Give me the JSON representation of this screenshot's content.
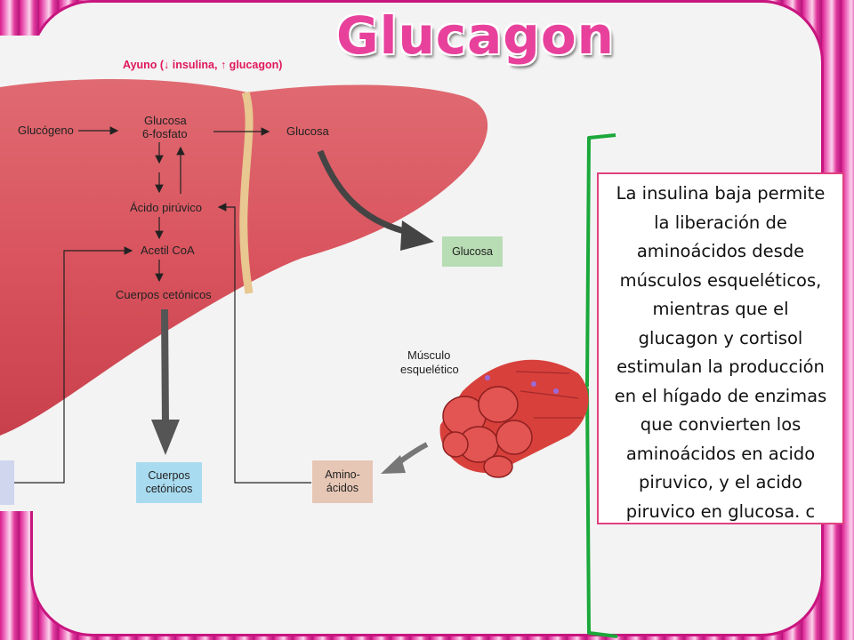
{
  "title": "Glucagon",
  "diagram": {
    "header": "Ayuno (↓ insulina, ↑ glucagon)",
    "nodes": {
      "glucogeno": "Glucógeno",
      "glucosa_6_fosfato_line1": "Glucosa",
      "glucosa_6_fosfato_line2": "6-fosfato",
      "glucosa_liver": "Glucosa",
      "acido_piruvico": "Ácido pirúvico",
      "acetil_coa": "Acetil CoA",
      "cuerpos_cetonicos": "Cuerpos cetónicos",
      "musculo_line1": "Músculo",
      "musculo_line2": "esquelético"
    },
    "boxes": {
      "glucosa_out": "Glucosa",
      "cuerpos_out_line1": "Cuerpos",
      "cuerpos_out_line2": "cetónicos",
      "aminoacidos_line1": "Amino-",
      "aminoacidos_line2": "ácidos"
    },
    "colors": {
      "liver": "#d9545e",
      "glucosa_box": "#b8dcb4",
      "cuerpos_box": "#a9dbf0",
      "aminoacidos_box": "#e6c6b4",
      "bracket": "#1aa83a"
    }
  },
  "note": {
    "lines": [
      "La insulina baja permite",
      "la liberación  de",
      "aminoácidos desde",
      "músculos esqueléticos,",
      "mientras que el",
      "glucagon y cortisol",
      "estimulan la producción",
      "en el hígado de enzimas",
      "que convierten los",
      "aminoácidos en acido",
      "piruvico, y el acido",
      "piruvico en glucosa. c"
    ]
  }
}
